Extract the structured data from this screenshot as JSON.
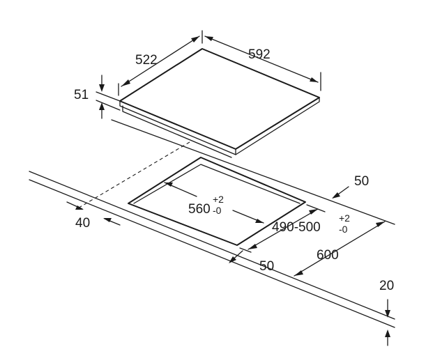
{
  "labels": {
    "hob_depth": "522",
    "hob_width": "592",
    "hob_height": "51",
    "cutout_width": "560",
    "cutout_width_tol_upper": "+2",
    "cutout_width_tol_lower": "-0",
    "cutout_depth": "490-500",
    "cutout_depth_tol_upper": "+2",
    "cutout_depth_tol_lower": "-0",
    "front_clearance": "40",
    "rear_clearance": "50",
    "side_clearance": "50",
    "worktop_depth": "600",
    "worktop_thickness": "20"
  }
}
